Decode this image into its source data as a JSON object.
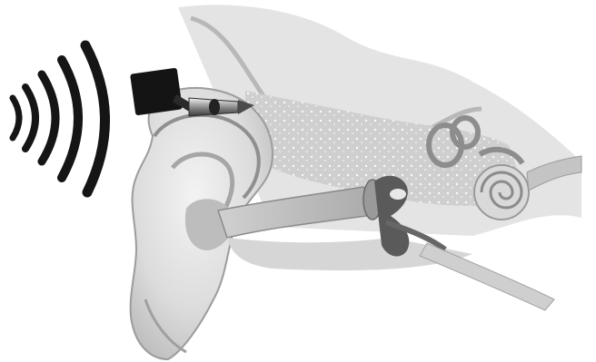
{
  "figure": {
    "subject": "ear-anatomy-with-hearing-device",
    "colors": {
      "background": "#ffffff",
      "skin_light": "#e6e6e6",
      "skin_mid": "#c9c9c9",
      "skin_dark": "#8a8a8a",
      "device_dark": "#141414",
      "device_metal": "#9a9a9a",
      "wave": "#151515",
      "cochlea": "#bcbcbc",
      "ossicles": "#5a5a5a"
    },
    "sound_waves": {
      "count": 5,
      "icon": "sound-wave-arcs"
    },
    "parts": [
      "outer-ear",
      "ear-canal",
      "eardrum",
      "ossicles",
      "semicircular-canals",
      "cochlea",
      "nerve",
      "hearing-device-receiver"
    ]
  }
}
